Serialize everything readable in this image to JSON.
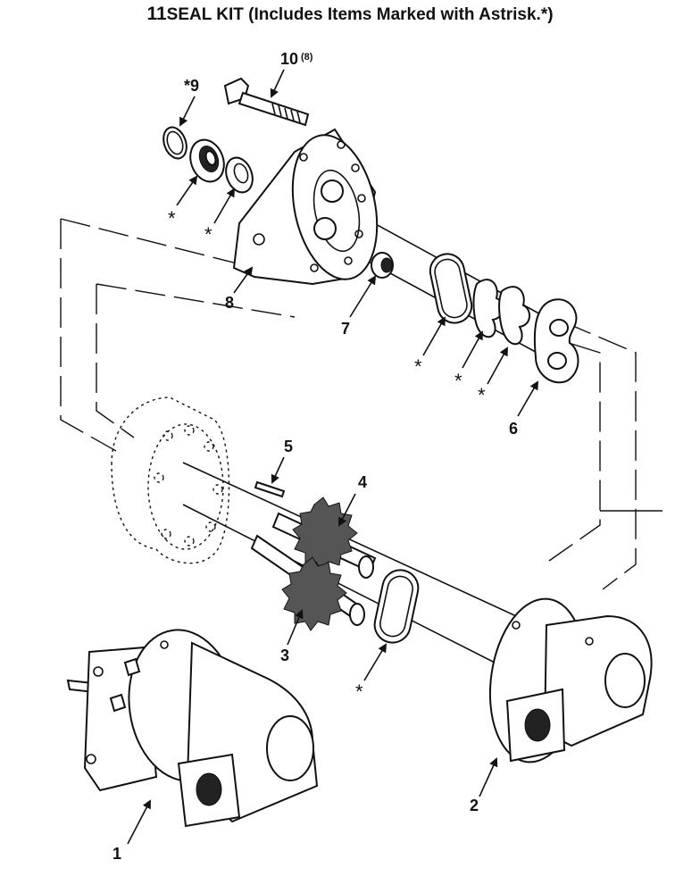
{
  "header": {
    "item_number": "11",
    "title": "SEAL KIT (Includes Items Marked with Astrisk.*)"
  },
  "callouts": {
    "c1": "1",
    "c2": "2",
    "c3": "3",
    "c4": "4",
    "c5": "5",
    "c6": "6",
    "c7": "7",
    "c8": "8",
    "c9": "*9",
    "c10": "10",
    "c10_qty": "(8)"
  },
  "asterisk": "*"
}
